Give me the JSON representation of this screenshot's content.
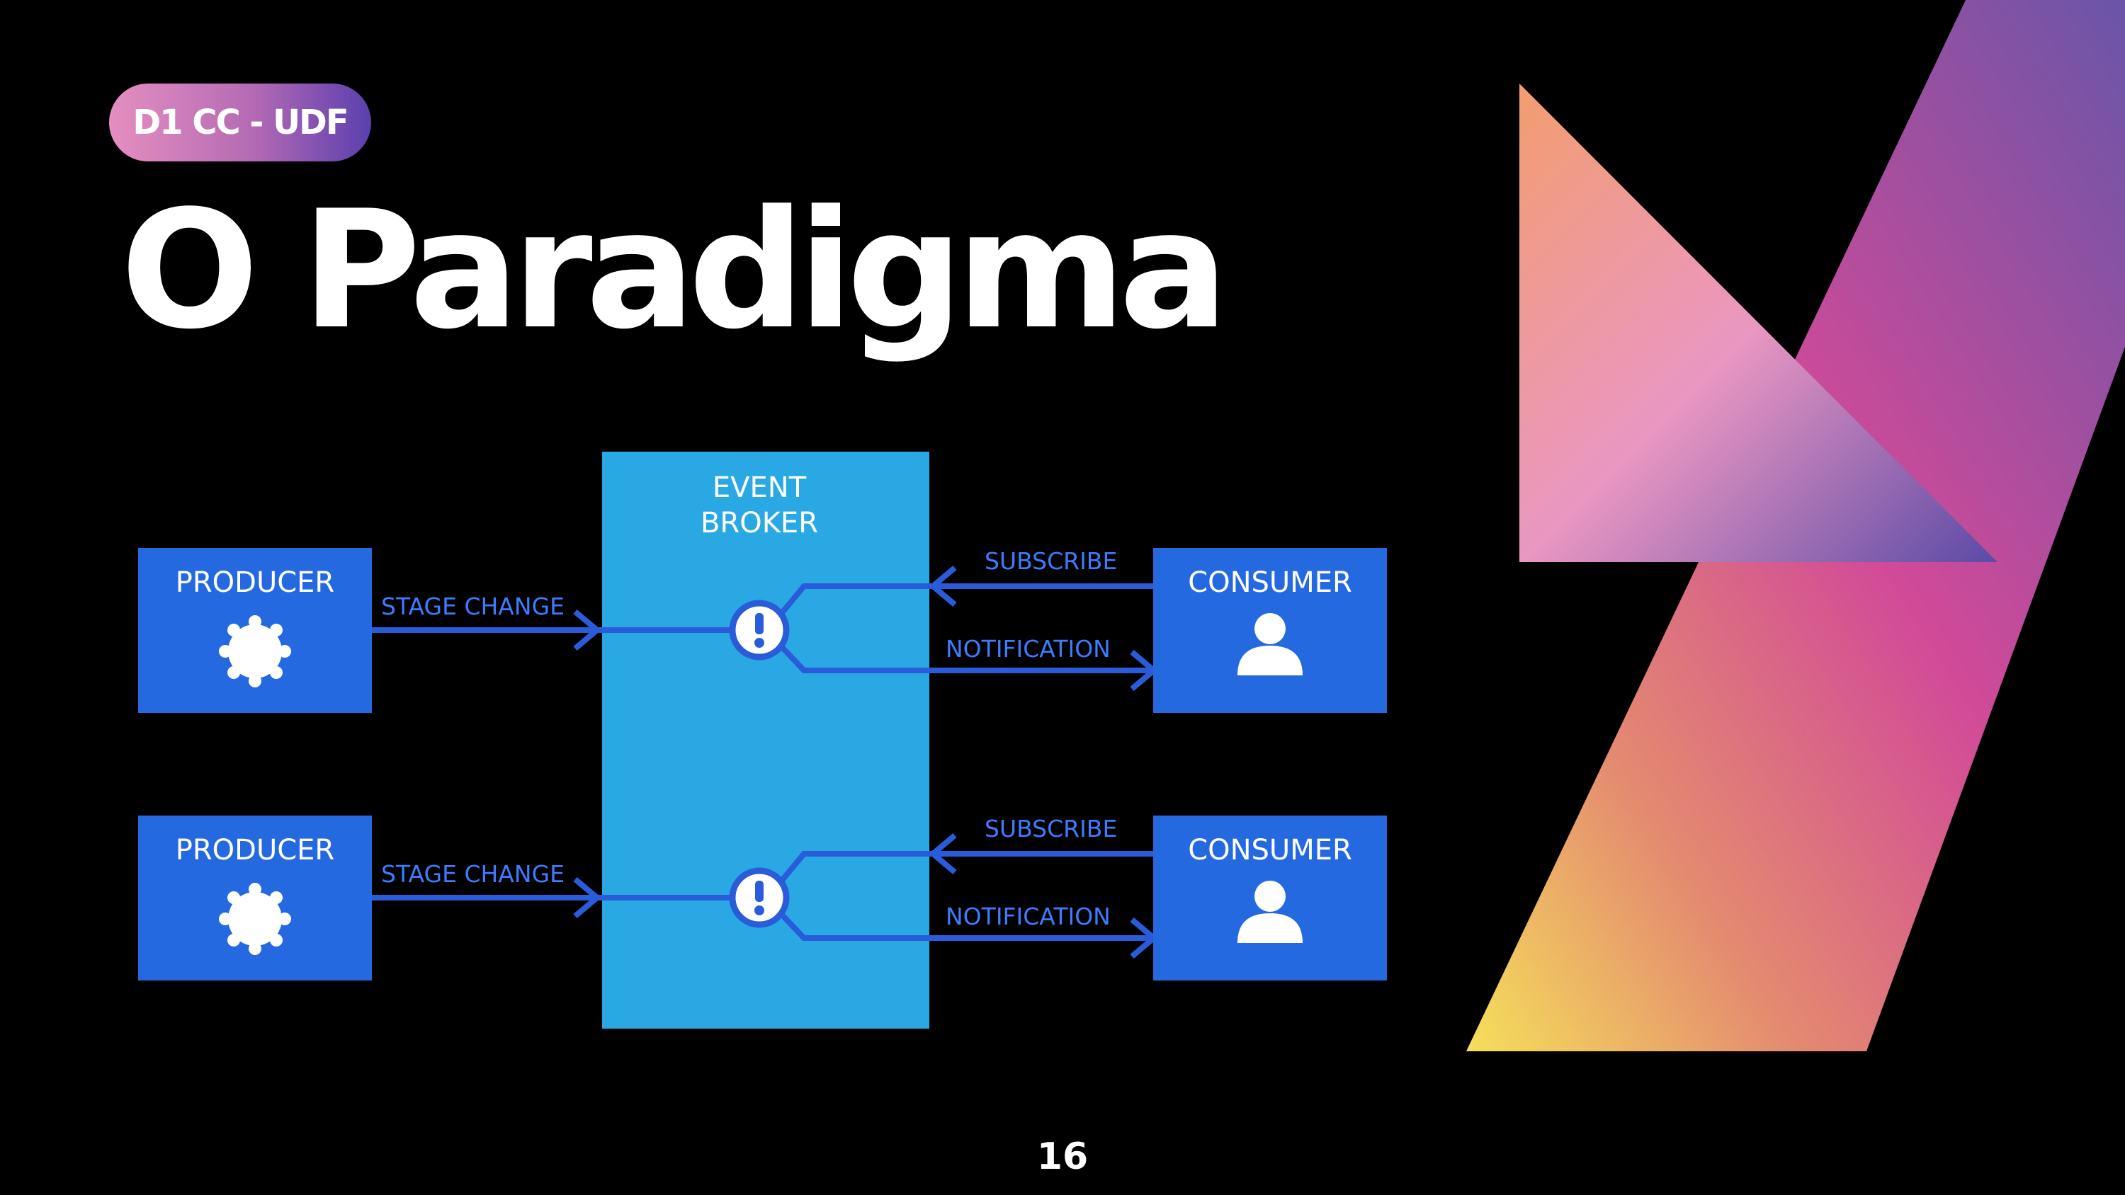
{
  "slide": {
    "badge": "D1 CC - UDF",
    "title": "O Paradigma",
    "page_number": "16"
  },
  "diagram": {
    "broker": {
      "line1": "EVENT",
      "line2": "BROKER"
    },
    "rows": [
      {
        "producer": "PRODUCER",
        "producer_arrow": "STAGE CHANGE",
        "consumer": "CONSUMER",
        "subscribe": "SUBSCRIBE",
        "notification": "NOTIFICATION"
      },
      {
        "producer": "PRODUCER",
        "producer_arrow": "STAGE CHANGE",
        "consumer": "CONSUMER",
        "subscribe": "SUBSCRIBE",
        "notification": "NOTIFICATION"
      }
    ]
  },
  "colors": {
    "box_blue": "#2569e0",
    "broker_blue": "#29a8e3",
    "arrow_blue": "#2a5bd9",
    "label_blue": "#3d7bff",
    "background": "#000000"
  },
  "icons": {
    "producer": "gear-icon",
    "event": "alert-icon",
    "consumer": "user-icon"
  }
}
